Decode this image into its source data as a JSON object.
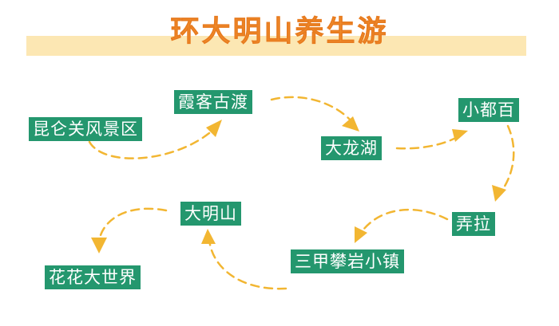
{
  "title": "环大明山养生游",
  "stops": [
    {
      "id": "kunlun",
      "label": "昆仑关风景区"
    },
    {
      "id": "xiake",
      "label": "霞客古渡"
    },
    {
      "id": "dalonghu",
      "label": "大龙湖"
    },
    {
      "id": "xiaodubai",
      "label": "小都百"
    },
    {
      "id": "nongla",
      "label": "弄拉"
    },
    {
      "id": "sanjia",
      "label": "三甲攀岩小镇"
    },
    {
      "id": "damingshan",
      "label": "大明山"
    },
    {
      "id": "huahua",
      "label": "花花大世界"
    }
  ],
  "colors": {
    "title": "#f08a2a",
    "band": "#fce7b3",
    "box": "#24976e",
    "arrow": "#f2b632"
  }
}
